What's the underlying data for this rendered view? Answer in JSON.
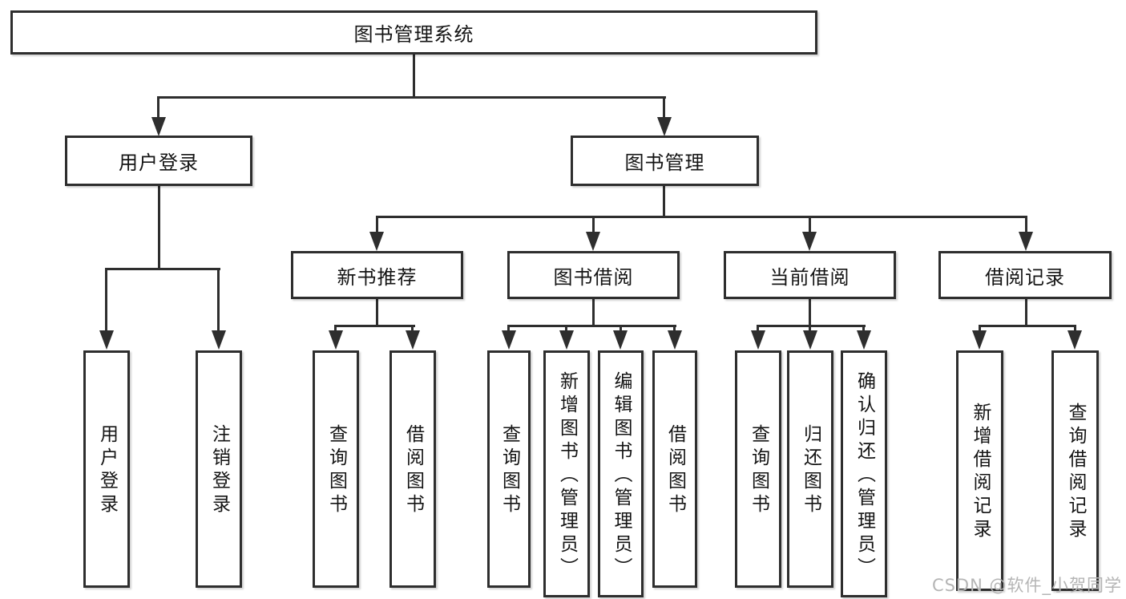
{
  "tree": {
    "root": "图书管理系统",
    "user_login": {
      "label": "用户登录",
      "children": {
        "login": "用户登录",
        "logout": "注销登录"
      }
    },
    "book_mgmt": {
      "label": "图书管理",
      "sections": {
        "new_book": {
          "label": "新书推荐",
          "children": {
            "query_books": "查询图书",
            "borrow_books": "借阅图书"
          }
        },
        "book_borrow": {
          "label": "图书借阅",
          "children": {
            "query_books": "查询图书",
            "add_books": "新增图书（管理员）",
            "edit_books": "编辑图书（管理员）",
            "borrow_books": "借阅图书"
          }
        },
        "current_borrow": {
          "label": "当前借阅",
          "children": {
            "query_books": "查询图书",
            "return_books": "归还图书",
            "confirm_return": "确认归还（管理员）"
          }
        },
        "borrow_records": {
          "label": "借阅记录",
          "children": {
            "add_record": "新增借阅记录",
            "query_record": "查询借阅记录"
          }
        }
      }
    }
  },
  "watermark": "CSDN @软件_小贺同学",
  "colors": {
    "line": "#2e2e2e",
    "text": "#141414",
    "watermark": "#b5b5b5",
    "background": "#ffffff"
  }
}
